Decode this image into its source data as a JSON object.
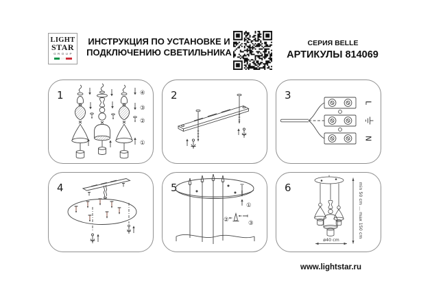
{
  "header": {
    "logo": {
      "line1": "LIGHT",
      "line2": "STAR",
      "line3": "GROUP",
      "flag_colors": [
        "#009246",
        "#f4f5f0",
        "#ce2b37"
      ]
    },
    "title_line1": "ИНСТРУКЦИЯ ПО УСТАНОВКЕ И",
    "title_line2": "ПОДКЛЮЧЕНИЮ СВЕТИЛЬНИКА",
    "series": "СЕРИЯ BELLE",
    "articles": "АРТИКУЛЫ 814069",
    "qr_icon": "qr-code"
  },
  "panels": {
    "p1": {
      "number": "1",
      "steps": [
        "④",
        "③",
        "②",
        "①"
      ]
    },
    "p2": {
      "number": "2"
    },
    "p3": {
      "number": "3",
      "label_live": "L",
      "label_neutral": "N",
      "ground_icon": "earth-ground-icon"
    },
    "p4": {
      "number": "4"
    },
    "p5": {
      "number": "5",
      "steps": [
        "①",
        "②",
        "③"
      ]
    },
    "p6": {
      "number": "6",
      "height_label": "min 50 cm ... max 150 cm",
      "diameter_label": "ø40 cm"
    }
  },
  "footer": {
    "url": "www.lightstar.ru"
  },
  "colors": {
    "line": "#444444",
    "panel_border": "#8f8f8f",
    "screw_tint": "#b08a80"
  }
}
